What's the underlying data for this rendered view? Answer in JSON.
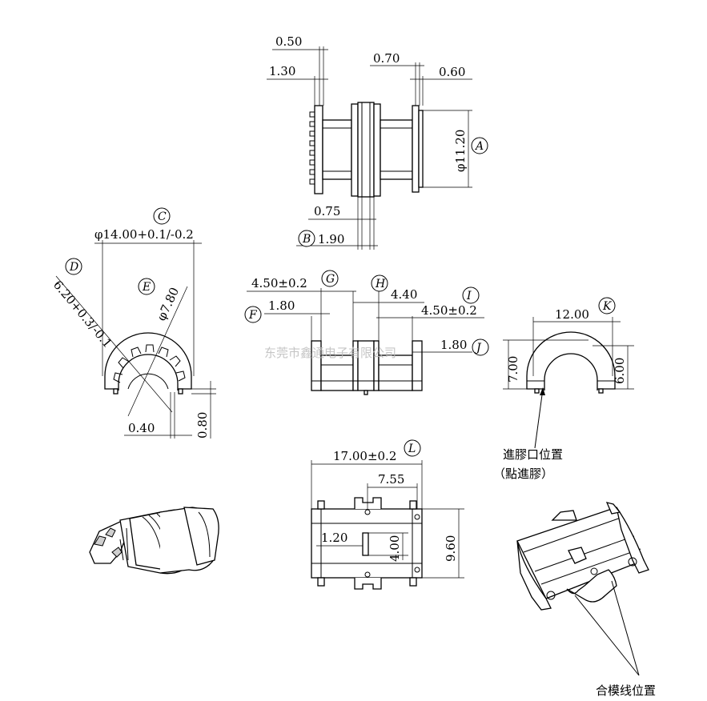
{
  "dimensions": {
    "top_050": "0.50",
    "top_130": "1.30",
    "top_070": "0.70",
    "top_060": "0.60",
    "dia_1120": "φ11.20",
    "w_075": "0.75",
    "w_190": "1.90",
    "dia_1400": "φ14.00+0.1/-0.2",
    "d_620": "6.20+0.3/-0.1",
    "dia_780": "φ7.80",
    "w_040": "0.40",
    "h_080": "0.80",
    "w_450_left": "4.50±0.2",
    "w_440": "4.40",
    "w_180_left": "1.80",
    "w_450_right": "4.50±0.2",
    "w_180_right": "1.80",
    "w_1200": "12.00",
    "h_700": "7.00",
    "h_600": "6.00",
    "w_1700": "17.00±0.2",
    "w_755": "7.55",
    "w_120": "1.20",
    "h_400": "4.00",
    "h_960": "9.60"
  },
  "labels": {
    "A": "A",
    "B": "B",
    "C": "C",
    "D": "D",
    "E": "E",
    "F": "F",
    "G": "G",
    "H": "H",
    "I": "I",
    "J": "J",
    "K": "K",
    "L": "L"
  },
  "notes": {
    "gate_position": "進膠口位置",
    "gate_note": "（點進膠）",
    "parting_line": "合模线位置"
  },
  "watermark": "东莞市鑫通电子有限公司"
}
